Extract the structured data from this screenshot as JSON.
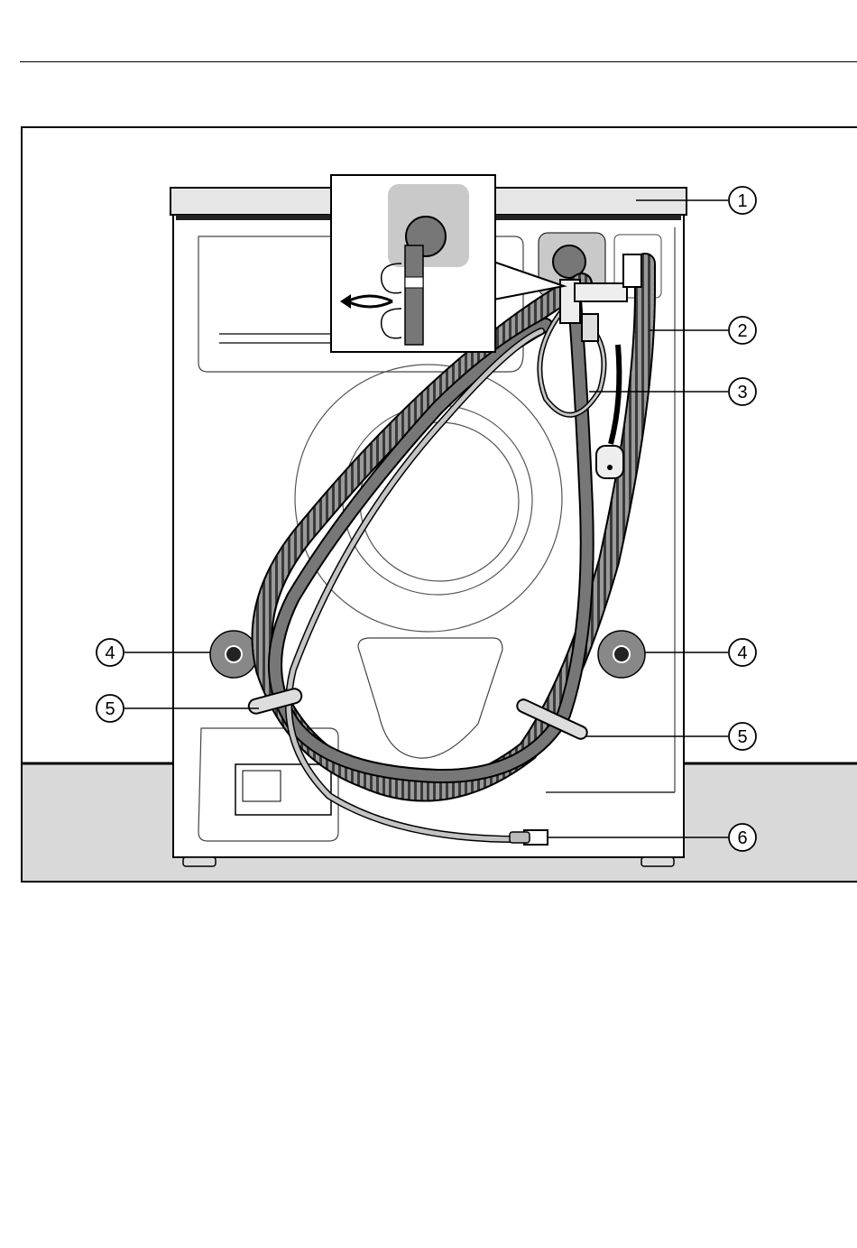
{
  "figure": {
    "callouts": [
      {
        "id": "callout-1",
        "label": "1"
      },
      {
        "id": "callout-2",
        "label": "2"
      },
      {
        "id": "callout-3",
        "label": "3"
      },
      {
        "id": "callout-4-left",
        "label": "4"
      },
      {
        "id": "callout-4-right",
        "label": "4"
      },
      {
        "id": "callout-5-left",
        "label": "5"
      },
      {
        "id": "callout-5-right",
        "label": "5"
      },
      {
        "id": "callout-6",
        "label": "6"
      }
    ],
    "colors": {
      "floor": "#d9d9d9",
      "hose_dark": "#777777",
      "hose_light": "#c4c4c4",
      "panel": "#e2e2e2",
      "line": "#000000"
    }
  }
}
